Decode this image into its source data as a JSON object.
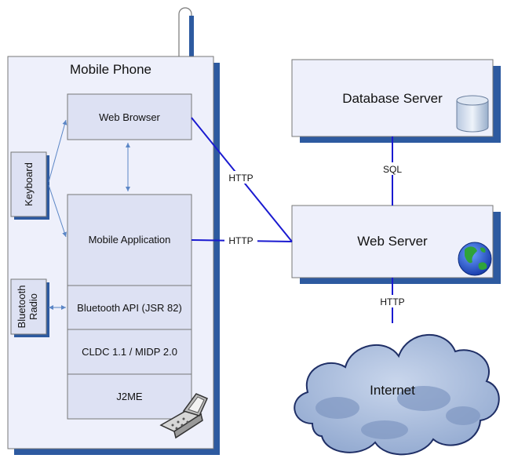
{
  "colors": {
    "box_fill": "#eef0fb",
    "box_stroke": "#777777",
    "shadow": "#2d5aa0",
    "link_blue": "#1a1ad0",
    "arrow": "#5b86c6"
  },
  "phone": {
    "title": "Mobile Phone",
    "web_browser": "Web Browser",
    "mobile_application": "Mobile Application",
    "bluetooth_api": "Bluetooth API (JSR 82)",
    "cldc_midp": "CLDC 1.1 / MIDP 2.0",
    "j2me": "J2ME",
    "keyboard": "Keyboard",
    "bluetooth_radio_line1": "Bluetooth",
    "bluetooth_radio_line2": "Radio",
    "icon": "flip-phone-icon"
  },
  "servers": {
    "database_server": "Database Server",
    "database_icon": "database-cylinder-icon",
    "web_server": "Web Server",
    "web_icon": "globe-icon"
  },
  "cloud": {
    "label": "Internet"
  },
  "connections": {
    "browser_to_web_server": "HTTP",
    "app_to_web_server": "HTTP",
    "web_to_db": "SQL",
    "web_to_internet": "HTTP"
  }
}
